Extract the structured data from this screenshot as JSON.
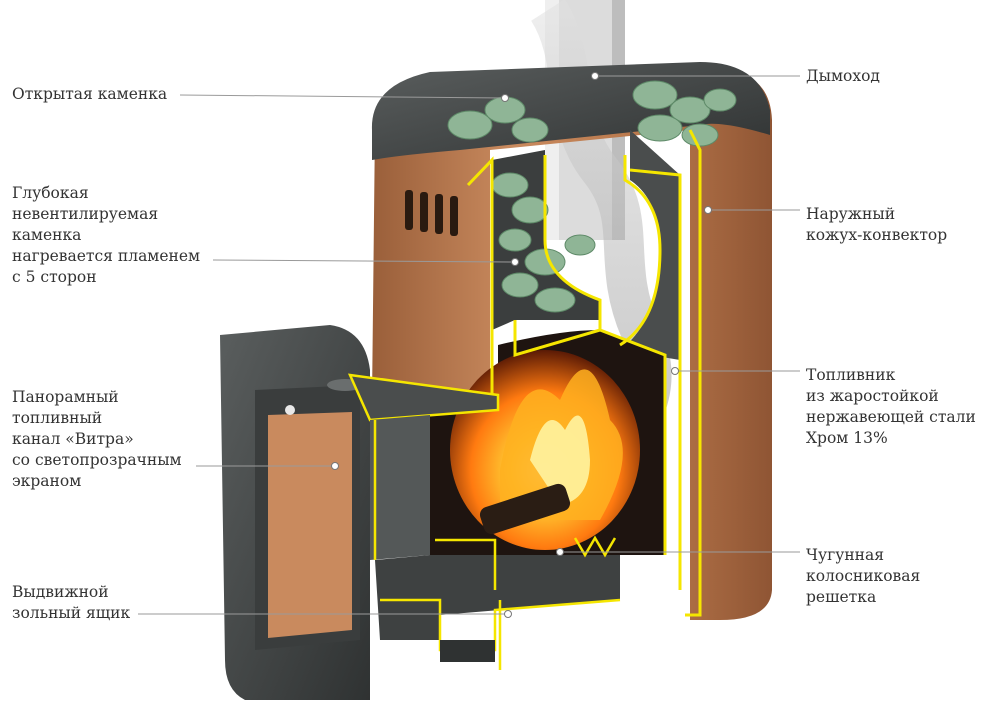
{
  "colors": {
    "copper": "#c07e52",
    "copper_dark": "#9a5f3a",
    "iron": "#4a4d4d",
    "iron_dark": "#2f3131",
    "stone": "#8fb596",
    "stone_dark": "#5e8a68",
    "outline": "#f5e600",
    "leader": "#9a9a9a",
    "flame": "#ff9a1a",
    "smoke": "#b8b8b8"
  },
  "labels": {
    "open_stones": "Открытая каменка",
    "deep_stones": "Глубокая\nневентилируемая\nкаменка\nнагревается пламенем\nс 5 сторон",
    "panoramic": "Панорамный\nтопливный\nканал «Витра»\nсо светопрозрачным\nэкраном",
    "ash_box": "Выдвижной\nзольный ящик",
    "chimney": "Дымоход",
    "casing": "Наружный\nкожух-конвектор",
    "firebox": "Топливник\nиз жаростойкой\nнержавеющей стали\nХром 13%",
    "grate": "Чугунная\nколосниковая\nрешетка"
  }
}
